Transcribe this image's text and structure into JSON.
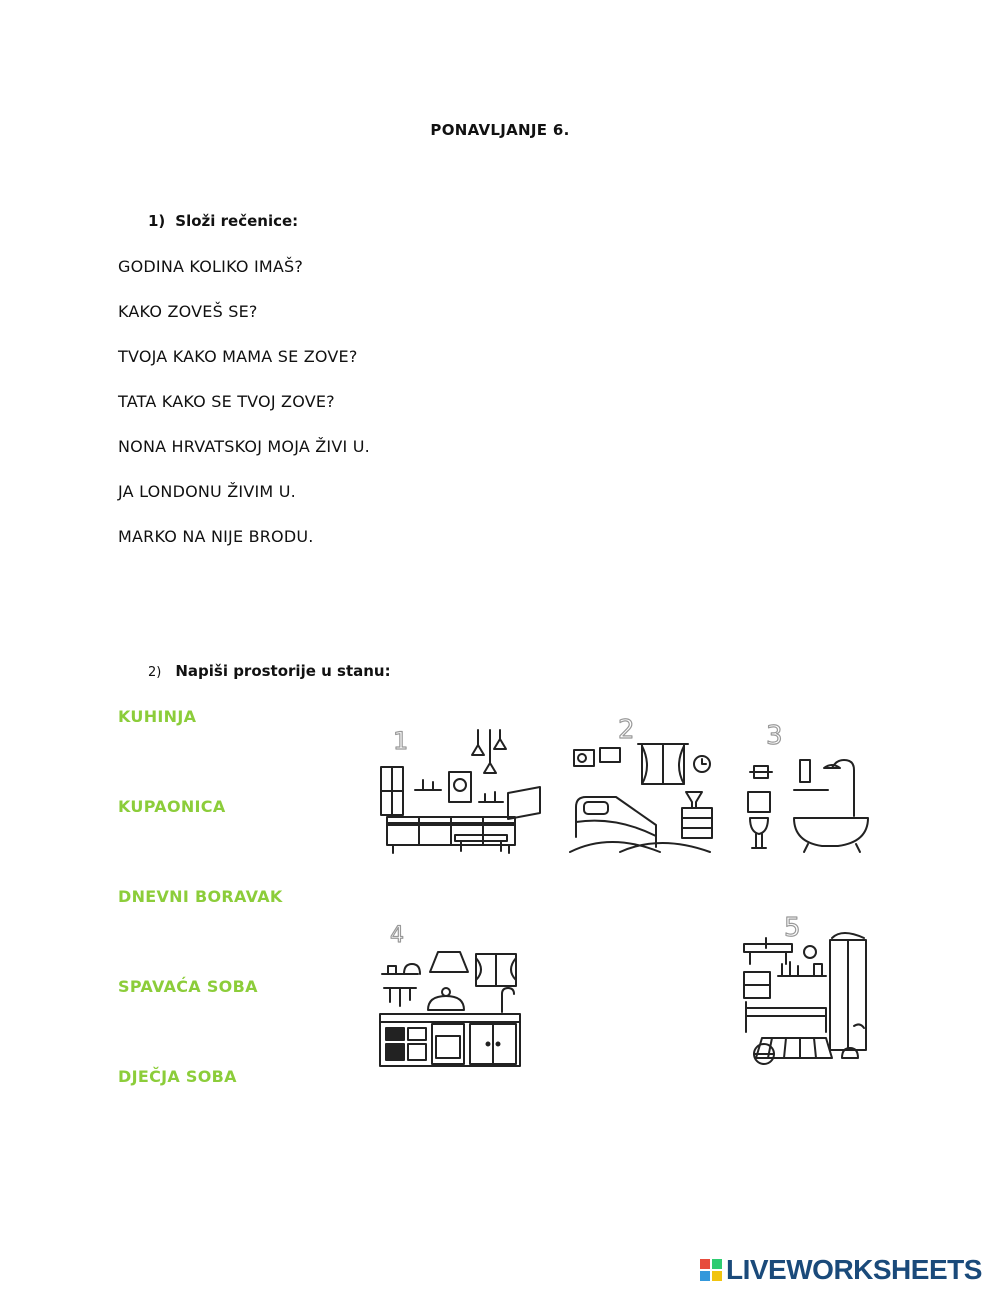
{
  "title": "PONAVLJANJE 6.",
  "task1": {
    "number": "1)",
    "heading": "Složi rečenice:"
  },
  "sentences": [
    "GODINA KOLIKO IMAŠ?",
    "KAKO ZOVEŠ SE?",
    "TVOJA KAKO MAMA SE ZOVE?",
    "TATA KAKO SE TVOJ ZOVE?",
    "NONA HRVATSKOJ MOJA ŽIVI U.",
    "JA LONDONU ŽIVIM U.",
    "MARKO NA NIJE BRODU."
  ],
  "task2": {
    "number": "2)",
    "heading": "Napiši prostorije u stanu:"
  },
  "rooms": [
    "KUHINJA",
    "KUPAONICA",
    "DNEVNI BORAVAK",
    "SPAVAĆA SOBA",
    "DJEČJA SOBA"
  ],
  "room_color": "#8ccd3a",
  "pictures": [
    {
      "label": "1",
      "icon": "living-room-icon"
    },
    {
      "label": "2",
      "icon": "bedroom-icon"
    },
    {
      "label": "3",
      "icon": "bathroom-icon"
    },
    {
      "label": "4",
      "icon": "kitchen-icon"
    },
    {
      "label": "5",
      "icon": "kids-room-icon"
    }
  ],
  "logo": {
    "text": "LIVEWORKSHEETS",
    "colors": [
      "#e74c3c",
      "#2ecc71",
      "#3498db",
      "#f1c40f"
    ]
  }
}
